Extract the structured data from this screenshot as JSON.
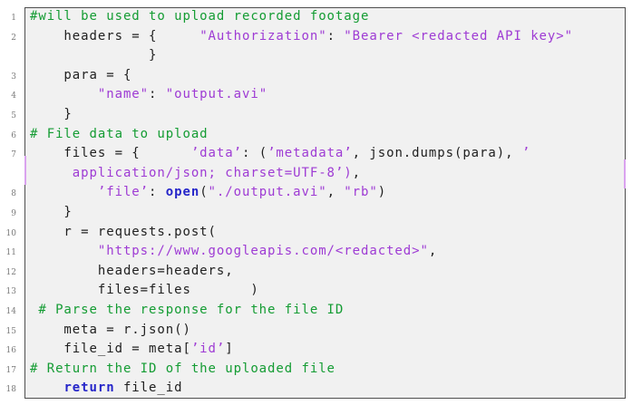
{
  "page": {
    "background": "#ffffff"
  },
  "code_block": {
    "language": "python",
    "background": "#f1f1f1",
    "border_color": "#4f4f4f",
    "wrap_marker_color": "#daa3ef",
    "colors": {
      "comment": "#149c33",
      "string": "#9e3bd4",
      "keyword": "#2525c9",
      "plain": "#1f1f1f",
      "line_number": "#7a7a7a"
    },
    "rows": [
      {
        "num": "1",
        "segments": [
          {
            "type": "comment",
            "text": "#will be used to upload recorded footage"
          }
        ]
      },
      {
        "num": "2",
        "segments": [
          {
            "type": "plain",
            "text": "    headers = {     "
          },
          {
            "type": "string",
            "text": "\"Authorization\""
          },
          {
            "type": "plain",
            "text": ": "
          },
          {
            "type": "string",
            "text": "\"Bearer <redacted API key>\""
          }
        ]
      },
      {
        "num": "",
        "segments": [
          {
            "type": "plain",
            "text": "              }"
          }
        ]
      },
      {
        "num": "3",
        "segments": [
          {
            "type": "plain",
            "text": "    para = {"
          }
        ]
      },
      {
        "num": "4",
        "segments": [
          {
            "type": "plain",
            "text": "        "
          },
          {
            "type": "string",
            "text": "\"name\""
          },
          {
            "type": "plain",
            "text": ": "
          },
          {
            "type": "string",
            "text": "\"output.avi\""
          }
        ]
      },
      {
        "num": "5",
        "segments": [
          {
            "type": "plain",
            "text": "    }"
          }
        ]
      },
      {
        "num": "6",
        "segments": [
          {
            "type": "comment",
            "text": "# File data to upload"
          }
        ]
      },
      {
        "num": "7",
        "segments": [
          {
            "type": "plain",
            "text": "    files = {      "
          },
          {
            "type": "string",
            "text": "’data’"
          },
          {
            "type": "plain",
            "text": ": ("
          },
          {
            "type": "string",
            "text": "’metadata’"
          },
          {
            "type": "plain",
            "text": ", json.dumps(para), "
          },
          {
            "type": "string",
            "text": "’"
          }
        ]
      },
      {
        "num": "",
        "segments": [
          {
            "type": "plain",
            "text": "     "
          },
          {
            "type": "string",
            "text": "application/json; charset=UTF-8’)"
          },
          {
            "type": "plain",
            "text": ","
          }
        ]
      },
      {
        "num": "8",
        "segments": [
          {
            "type": "plain",
            "text": "        "
          },
          {
            "type": "string",
            "text": "’file’"
          },
          {
            "type": "plain",
            "text": ": "
          },
          {
            "type": "keyword",
            "text": "open"
          },
          {
            "type": "plain",
            "text": "("
          },
          {
            "type": "string",
            "text": "\"./output.avi\""
          },
          {
            "type": "plain",
            "text": ", "
          },
          {
            "type": "string",
            "text": "\"rb\""
          },
          {
            "type": "plain",
            "text": ")"
          }
        ]
      },
      {
        "num": "9",
        "segments": [
          {
            "type": "plain",
            "text": "    }"
          }
        ]
      },
      {
        "num": "10",
        "segments": [
          {
            "type": "plain",
            "text": "    r = requests.post("
          }
        ]
      },
      {
        "num": "11",
        "segments": [
          {
            "type": "plain",
            "text": "        "
          },
          {
            "type": "string",
            "text": "\"https://www.googleapis.com/<redacted>\""
          },
          {
            "type": "plain",
            "text": ","
          }
        ]
      },
      {
        "num": "12",
        "segments": [
          {
            "type": "plain",
            "text": "        headers=headers,"
          }
        ]
      },
      {
        "num": "13",
        "segments": [
          {
            "type": "plain",
            "text": "        files=files       )"
          }
        ]
      },
      {
        "num": "14",
        "segments": [
          {
            "type": "comment",
            "text": " # Parse the response for the file ID"
          }
        ]
      },
      {
        "num": "15",
        "segments": [
          {
            "type": "plain",
            "text": "    meta = r.json()"
          }
        ]
      },
      {
        "num": "16",
        "segments": [
          {
            "type": "plain",
            "text": "    file_id = meta["
          },
          {
            "type": "string",
            "text": "’id’"
          },
          {
            "type": "plain",
            "text": "]"
          }
        ]
      },
      {
        "num": "17",
        "segments": [
          {
            "type": "comment",
            "text": "# Return the ID of the uploaded file"
          }
        ]
      },
      {
        "num": "18",
        "segments": [
          {
            "type": "plain",
            "text": "    "
          },
          {
            "type": "keyword",
            "text": "return"
          },
          {
            "type": "plain",
            "text": " file_id"
          }
        ]
      }
    ]
  }
}
